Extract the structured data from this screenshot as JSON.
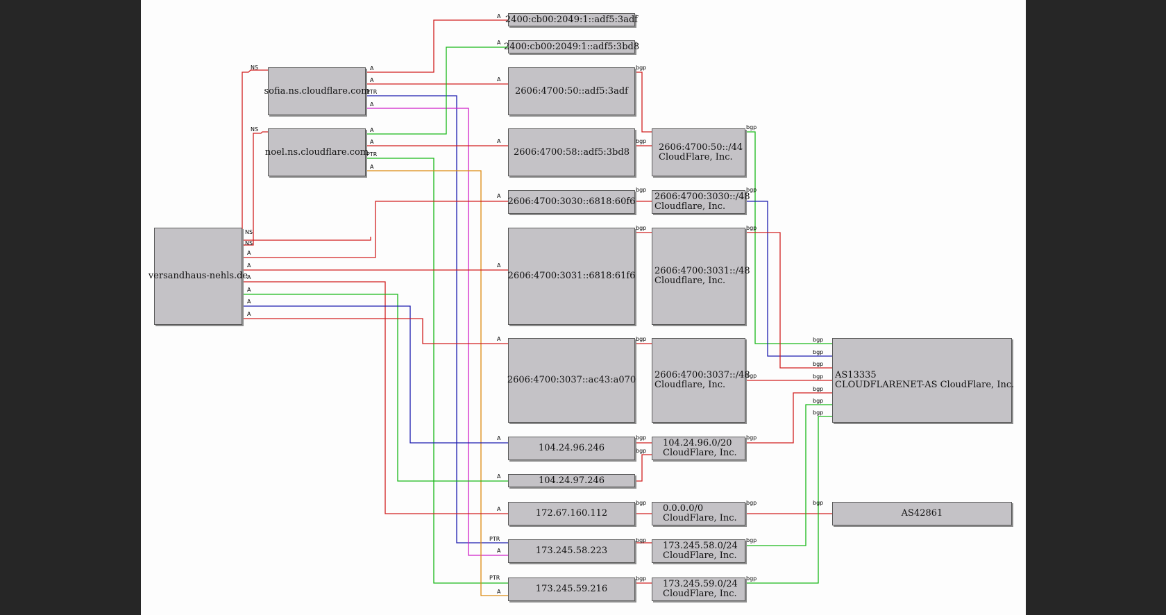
{
  "colors": {
    "red": "#d11f1f",
    "green": "#18b818",
    "blue": "#1c1cae",
    "magenta": "#d020c8",
    "orange": "#dc8a10"
  },
  "nodes": {
    "domain": "versandhaus-nehls.de",
    "ns1": "sofia.ns.cloudflare.com",
    "ns2": "noel.ns.cloudflare.com",
    "ip6_1": "2400:cb00:2049:1::adf5:3adf",
    "ip6_2": "2400:cb00:2049:1::adf5:3bd8",
    "ip6_3": "2606:4700:50::adf5:3adf",
    "ip6_4": "2606:4700:58::adf5:3bd8",
    "ip6_5": "2606:4700:3030::6818:60f6",
    "ip6_6": "2606:4700:3031::6818:61f6",
    "ip6_7": "2606:4700:3037::ac43:a070",
    "ip4_1": "104.24.96.246",
    "ip4_2": "104.24.97.246",
    "ip4_3": "172.67.160.112",
    "ip4_4": "173.245.58.223",
    "ip4_5": "173.245.59.216",
    "pfx_1": "2606:4700:50::/44\nCloudFlare, Inc.",
    "pfx_2": "2606:4700:3030::/48\nCloudflare, Inc.",
    "pfx_3": "2606:4700:3031::/48\nCloudflare, Inc.",
    "pfx_4": "2606:4700:3037::/48\nCloudflare, Inc.",
    "pfx_5": "104.24.96.0/20\nCloudFlare, Inc.",
    "pfx_6": "0.0.0.0/0\nCloudFlare, Inc.",
    "pfx_7": "173.245.58.0/24\nCloudFlare, Inc.",
    "pfx_8": "173.245.59.0/24\nCloudFlare, Inc.",
    "as_1": "AS13335\nCLOUDFLARENET-AS CloudFlare, Inc.",
    "as_2": "AS42861"
  },
  "edge_labels": {
    "ns": "NS",
    "a": "A",
    "ptr": "PTR",
    "bgp": "bgp"
  }
}
